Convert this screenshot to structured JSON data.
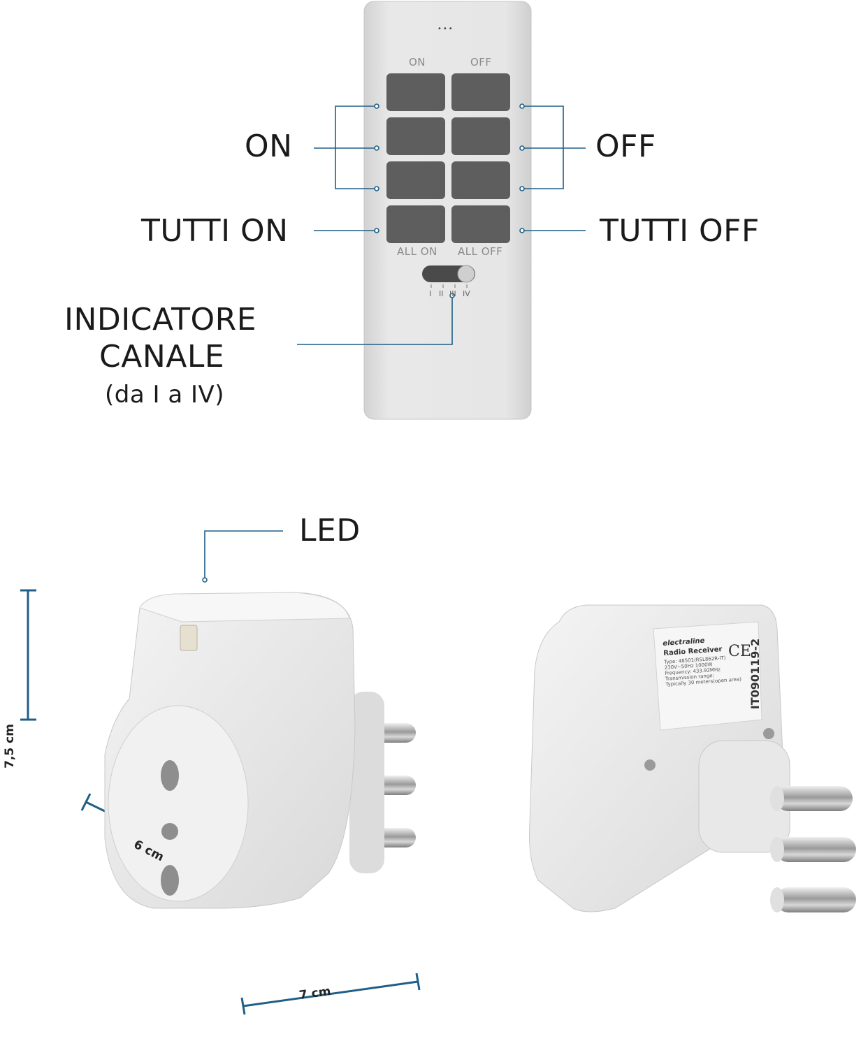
{
  "remote": {
    "dots": "•••",
    "col_on": "ON",
    "col_off": "OFF",
    "all_on": "ALL ON",
    "all_off": "ALL OFF",
    "channels": [
      "I",
      "II",
      "III",
      "IV"
    ]
  },
  "callouts": {
    "on": "ON",
    "off": "OFF",
    "all_on": "TUTTI ON",
    "all_off": "TUTTI OFF",
    "channel_line1": "INDICATORE",
    "channel_line2": "CANALE",
    "channel_range": "(da I a IV)",
    "led": "LED"
  },
  "dimensions": {
    "height": "7,5 cm",
    "width": "6 cm",
    "depth": "7 cm"
  },
  "label_plate": {
    "brand": "electraline",
    "title": "Radio Receiver",
    "lines": [
      "Type: 48501(RSL862R-IT)",
      "230V~50Hz 1000W",
      "Frequency: 433.92MHz",
      "Transmission range:",
      "Typically 30 meters(open area)"
    ],
    "ce": "CE",
    "code": "IT090119-2"
  },
  "colors": {
    "accent": "#1f5f87",
    "button": "#5e5e5e",
    "body": "#e4e4e4"
  }
}
